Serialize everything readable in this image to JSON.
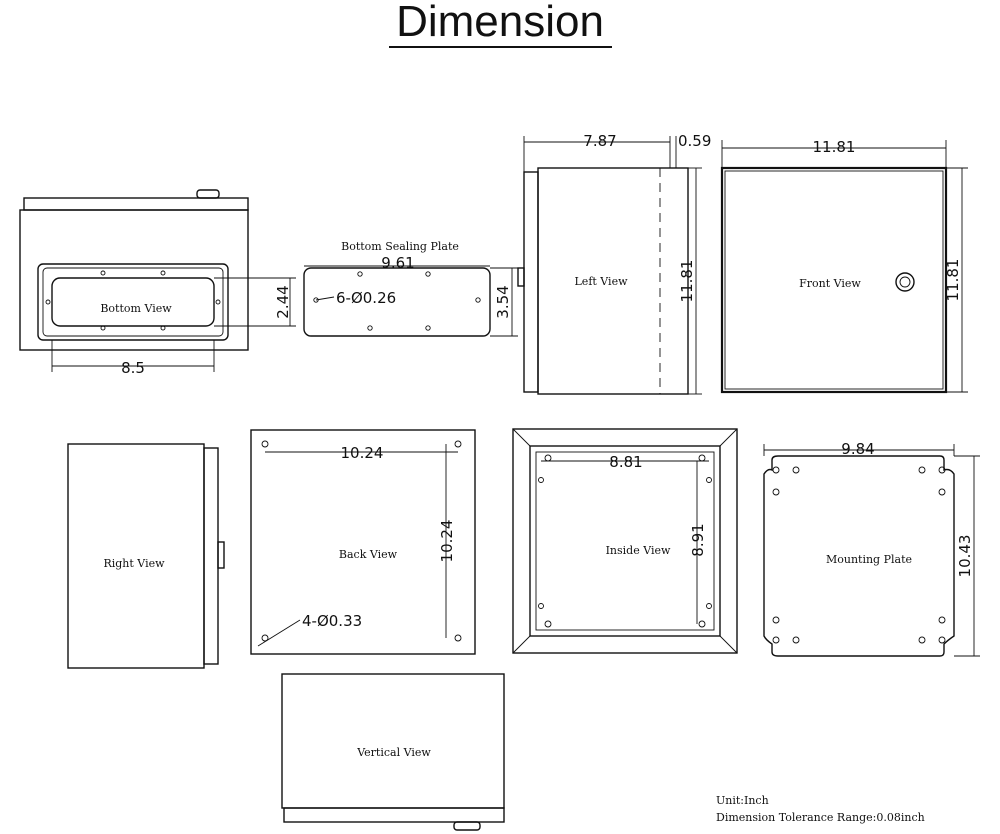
{
  "title": "Dimension",
  "views": {
    "bottom": "Bottom View",
    "sealing_plate": "Bottom Sealing Plate",
    "left": "Left View",
    "front": "Front View",
    "right": "Right View",
    "back": "Back View",
    "inside": "Inside View",
    "mounting": "Mounting Plate",
    "vertical": "Vertical View"
  },
  "dimensions": {
    "bottom_width": "8.5",
    "bottom_height": "2.44",
    "plate_width": "9.61",
    "plate_height": "3.54",
    "plate_holes": "6-Ø0.26",
    "left_depth": "7.87",
    "left_lip": "0.59",
    "left_height": "11.81",
    "front_width": "11.81",
    "front_height": "11.81",
    "back_width": "10.24",
    "back_height": "10.24",
    "back_holes": "4-Ø0.33",
    "inside_width": "8.81",
    "inside_height": "8.91",
    "mounting_width": "9.84",
    "mounting_height": "10.43"
  },
  "notes": {
    "unit": "Unit:Inch",
    "tolerance": "Dimension Tolerance Range:0.08inch"
  }
}
